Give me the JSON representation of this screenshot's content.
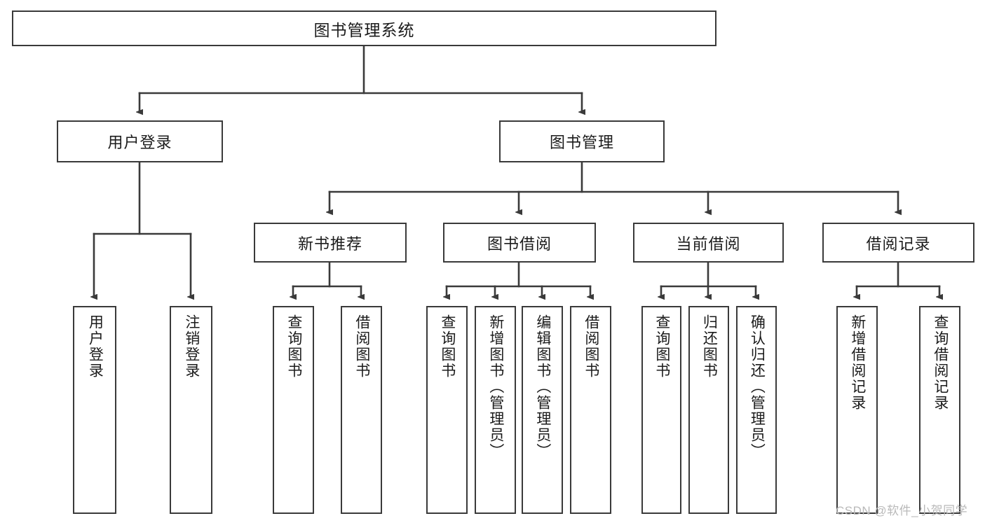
{
  "diagram": {
    "type": "tree",
    "title": "图书管理系统",
    "watermark": "CSDN @软件_小贺同学",
    "colors": {
      "box_border": "#3a3a3a",
      "box_fill": "#ffffff",
      "connector": "#3a3a3a",
      "text": "#1b1b1b",
      "watermark": "#b9b9b9",
      "background": "#ffffff"
    },
    "nodes": {
      "root": {
        "label": "图书管理系统",
        "level": 1,
        "orientation": "horizontal"
      },
      "user_login": {
        "label": "用户登录",
        "level": 2,
        "orientation": "horizontal"
      },
      "book_manage": {
        "label": "图书管理",
        "level": 2,
        "orientation": "horizontal"
      },
      "new_book_rec": {
        "label": "新书推荐",
        "level": 3,
        "orientation": "horizontal"
      },
      "book_borrow": {
        "label": "图书借阅",
        "level": 3,
        "orientation": "horizontal"
      },
      "current_borrow": {
        "label": "当前借阅",
        "level": 3,
        "orientation": "horizontal"
      },
      "borrow_record": {
        "label": "借阅记录",
        "level": 3,
        "orientation": "horizontal"
      },
      "leaf_user_login": {
        "label": "用户登录",
        "level": 4,
        "orientation": "vertical"
      },
      "leaf_logout": {
        "label": "注销登录",
        "level": 4,
        "orientation": "vertical"
      },
      "leaf_query_book_1": {
        "label": "查询图书",
        "level": 4,
        "orientation": "vertical"
      },
      "leaf_borrow_book_1": {
        "label": "借阅图书",
        "level": 4,
        "orientation": "vertical"
      },
      "leaf_query_book_2": {
        "label": "查询图书",
        "level": 4,
        "orientation": "vertical"
      },
      "leaf_add_book": {
        "label": "新增图书（管理员）",
        "level": 4,
        "orientation": "vertical"
      },
      "leaf_edit_book": {
        "label": "编辑图书（管理员）",
        "level": 4,
        "orientation": "vertical"
      },
      "leaf_borrow_book_2": {
        "label": "借阅图书",
        "level": 4,
        "orientation": "vertical"
      },
      "leaf_query_book_3": {
        "label": "查询图书",
        "level": 4,
        "orientation": "vertical"
      },
      "leaf_return_book": {
        "label": "归还图书",
        "level": 4,
        "orientation": "vertical"
      },
      "leaf_confirm_return": {
        "label": "确认归还（管理员）",
        "level": 4,
        "orientation": "vertical"
      },
      "leaf_add_record": {
        "label": "新增借阅记录",
        "level": 4,
        "orientation": "vertical"
      },
      "leaf_query_record": {
        "label": "查询借阅记录",
        "level": 4,
        "orientation": "vertical"
      }
    },
    "edges": [
      {
        "from": "root",
        "to": "user_login"
      },
      {
        "from": "root",
        "to": "book_manage"
      },
      {
        "from": "user_login",
        "to": "leaf_user_login"
      },
      {
        "from": "user_login",
        "to": "leaf_logout"
      },
      {
        "from": "book_manage",
        "to": "new_book_rec"
      },
      {
        "from": "book_manage",
        "to": "book_borrow"
      },
      {
        "from": "book_manage",
        "to": "current_borrow"
      },
      {
        "from": "book_manage",
        "to": "borrow_record"
      },
      {
        "from": "new_book_rec",
        "to": "leaf_query_book_1"
      },
      {
        "from": "new_book_rec",
        "to": "leaf_borrow_book_1"
      },
      {
        "from": "book_borrow",
        "to": "leaf_query_book_2"
      },
      {
        "from": "book_borrow",
        "to": "leaf_add_book"
      },
      {
        "from": "book_borrow",
        "to": "leaf_edit_book"
      },
      {
        "from": "book_borrow",
        "to": "leaf_borrow_book_2"
      },
      {
        "from": "current_borrow",
        "to": "leaf_query_book_3"
      },
      {
        "from": "current_borrow",
        "to": "leaf_return_book"
      },
      {
        "from": "current_borrow",
        "to": "leaf_confirm_return"
      },
      {
        "from": "borrow_record",
        "to": "leaf_add_record"
      },
      {
        "from": "borrow_record",
        "to": "leaf_query_record"
      }
    ]
  }
}
